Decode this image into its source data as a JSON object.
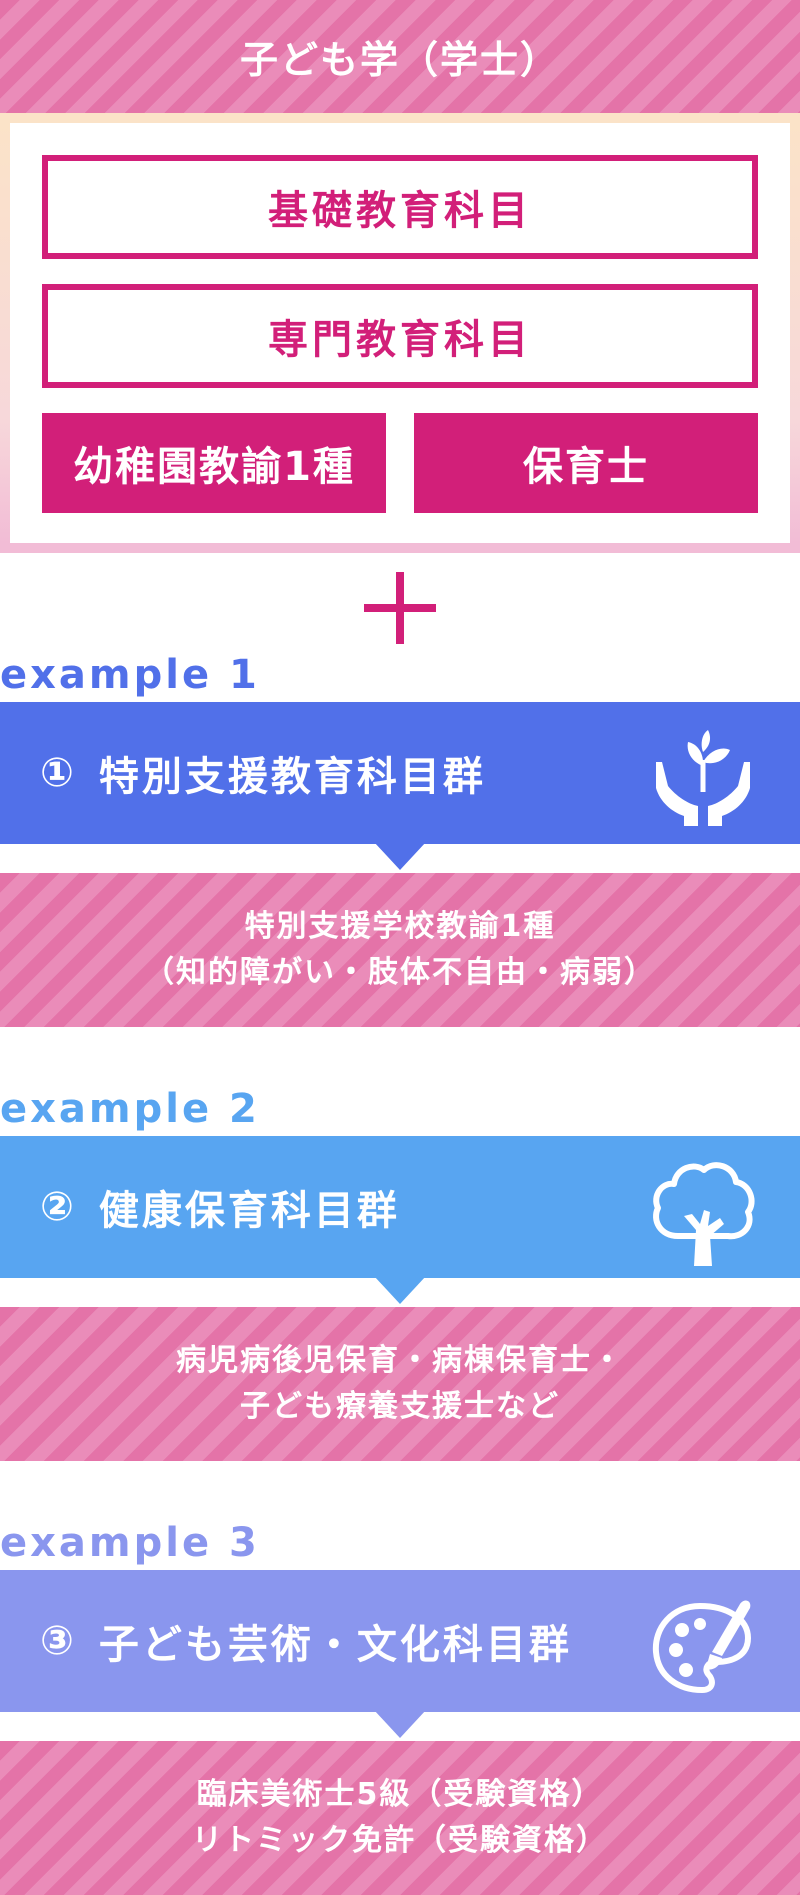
{
  "header": {
    "title": "子ども学（学士）"
  },
  "base": {
    "basic": "基礎教育科目",
    "special": "専門教育科目",
    "license_a": "幼稚園教諭1種",
    "license_b": "保育士"
  },
  "colors": {
    "accent": "#d21f79",
    "stripe_a": "#e473a8",
    "stripe_b": "#ea8cb9",
    "example1": "#5170e9",
    "example2": "#58a5f1",
    "example3": "#8a96ee"
  },
  "examples": [
    {
      "label": "example 1",
      "num": "①",
      "title": "特別支援教育科目群",
      "icon": "hands-sprout-icon",
      "result": [
        "特別支援学校教諭1種",
        "（知的障がい・肢体不自由・病弱）"
      ]
    },
    {
      "label": "example 2",
      "num": "②",
      "title": "健康保育科目群",
      "icon": "tree-icon",
      "result": [
        "病児病後児保育・病棟保育士・",
        "子ども療養支援士など"
      ]
    },
    {
      "label": "example 3",
      "num": "③",
      "title": "子ども芸術・文化科目群",
      "icon": "paint-palette-icon",
      "result": [
        "臨床美術士5級（受験資格）",
        "リトミック免許（受験資格）"
      ]
    }
  ]
}
